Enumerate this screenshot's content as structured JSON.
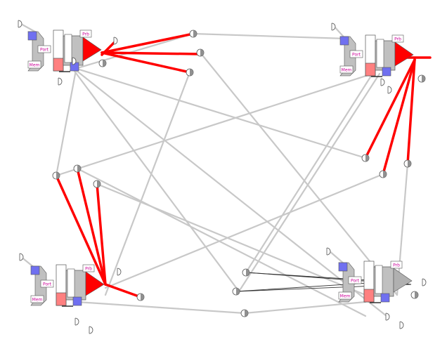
{
  "colors": {
    "grey_link": "#c8c8c8",
    "red_link": "#ff0000",
    "dark_link": "#333333",
    "node_grey": "#c0c0c0",
    "node_blue": "#7070f0",
    "node_pink": "#ff8080",
    "label_text": "#cc0099",
    "outline": "#555555"
  },
  "nodes": [
    {
      "name": "node-top-left",
      "labels": {
        "prb": "Prb",
        "port": "Port",
        "mem": "Mem"
      },
      "head_color": "#ff0000",
      "active": true
    },
    {
      "name": "node-top-right",
      "labels": {
        "prb": "Prb",
        "port": "Port",
        "mem": "Mem"
      },
      "head_color": "#ff0000",
      "active": true
    },
    {
      "name": "node-bottom-left",
      "labels": {
        "prb": "Prb",
        "port": "Port",
        "mem": "Mem"
      },
      "head_color": "#ff0000",
      "active": true
    },
    {
      "name": "node-bottom-right",
      "labels": {
        "prb": "Prb",
        "port": "Port",
        "mem": "Mem"
      },
      "head_color": "#b0b0b0",
      "active": false
    }
  ]
}
